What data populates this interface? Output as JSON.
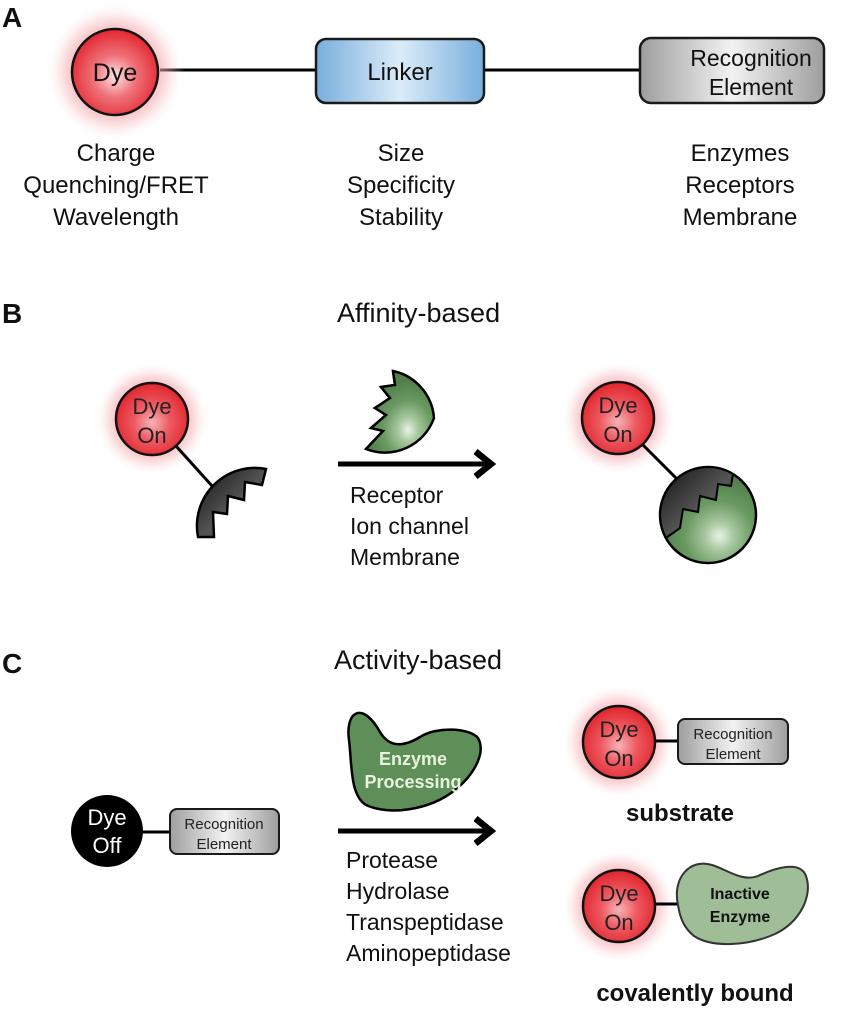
{
  "panels": {
    "a": {
      "label": "A",
      "dye": {
        "label": "Dye",
        "properties": [
          "Charge",
          "Quenching/FRET",
          "Wavelength"
        ]
      },
      "linker": {
        "label": "Linker",
        "properties": [
          "Size",
          "Specificity",
          "Stability"
        ]
      },
      "recognition": {
        "label_line1": "Recognition",
        "label_line2": "Element",
        "properties": [
          "Enzymes",
          "Receptors",
          "Membrane"
        ]
      }
    },
    "b": {
      "label": "B",
      "title": "Affinity-based",
      "dye_line1": "Dye",
      "dye_line2": "On",
      "targets": [
        "Receptor",
        "Ion channel",
        "Membrane"
      ]
    },
    "c": {
      "label": "C",
      "title": "Activity-based",
      "probe": {
        "dye_line1": "Dye",
        "dye_line2": "Off",
        "element_line1": "Recognition",
        "element_line2": "Element"
      },
      "enzyme": {
        "line1": "Enzyme",
        "line2": "Processing"
      },
      "targets": [
        "Protease",
        "Hydrolase",
        "Transpeptidase",
        "Aminopeptidase"
      ],
      "substrate_product": {
        "dye_line1": "Dye",
        "dye_line2": "On",
        "element_line1": "Recognition",
        "element_line2": "Element",
        "caption": "substrate"
      },
      "bound_product": {
        "dye_line1": "Dye",
        "dye_line2": "On",
        "enzyme_line1": "Inactive",
        "enzyme_line2": "Enzyme",
        "caption": "covalently bound"
      }
    }
  },
  "colors": {
    "dye_red": "#e8333a",
    "dye_glow": "#f5a3a6",
    "linker_blue": "#8fc0e6",
    "recognition_gray": "#bdbdbd",
    "enzyme_green": "#5e8f57",
    "inactive_green": "#9fbf98",
    "dye_off": "#000000"
  }
}
